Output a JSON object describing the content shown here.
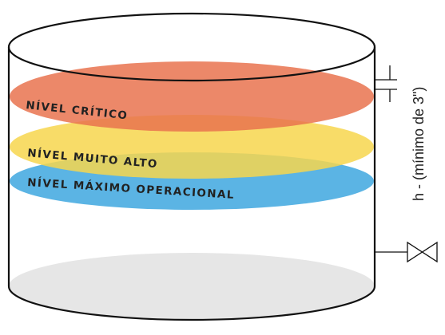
{
  "diagram": {
    "levels": [
      {
        "key": "critico",
        "label": "NÍVEL CRÍTICO",
        "color": "#e9734f"
      },
      {
        "key": "muito_alto",
        "label": "NÍVEL MUITO ALTO",
        "color": "#f7d64e"
      },
      {
        "key": "maximo_operacional",
        "label": "NÍVEL MÁXIMO OPERACIONAL",
        "color": "#3ea7df"
      }
    ],
    "height_label": "h - (mínimo de 3\")",
    "colors": {
      "tank_outline": "#111111",
      "tank_bottom": "#e6e6e6",
      "label_text": "#222222"
    }
  }
}
